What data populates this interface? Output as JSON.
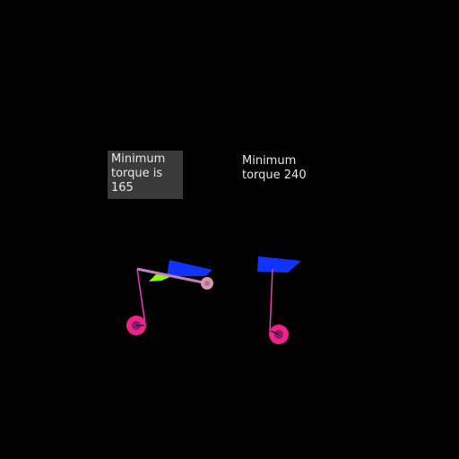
{
  "scene": {
    "background_color": "#000000"
  },
  "robots": [
    {
      "id": "left",
      "caption": "Minimum\ntorque is\n165",
      "caption_box_color": "#3a3a3a",
      "colors": {
        "body": "#1133ff",
        "arm": "#d070d0",
        "leg": "#e040c0",
        "wheel": "#ee2288",
        "joint": "#d899b0",
        "accent": "#88ff11"
      }
    },
    {
      "id": "right",
      "caption": "Minimum\ntorque 240",
      "colors": {
        "body": "#1133ff",
        "leg": "#e040c0",
        "wheel": "#ee2288"
      }
    }
  ]
}
